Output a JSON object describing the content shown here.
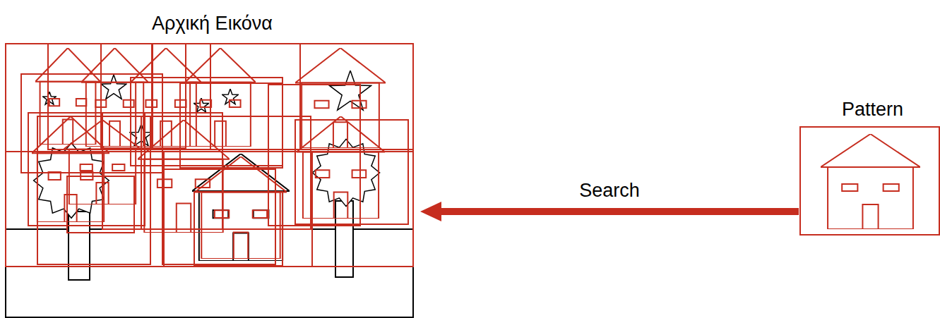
{
  "diagram": {
    "nodes": [
      {
        "text": [
          "Αρχική Εικόνα"
        ]
      },
      {
        "text": [
          "Pattern"
        ]
      }
    ],
    "edges": [
      {
        "from": 1,
        "to": 0,
        "arrow": "to",
        "label": "Search"
      }
    ]
  }
}
